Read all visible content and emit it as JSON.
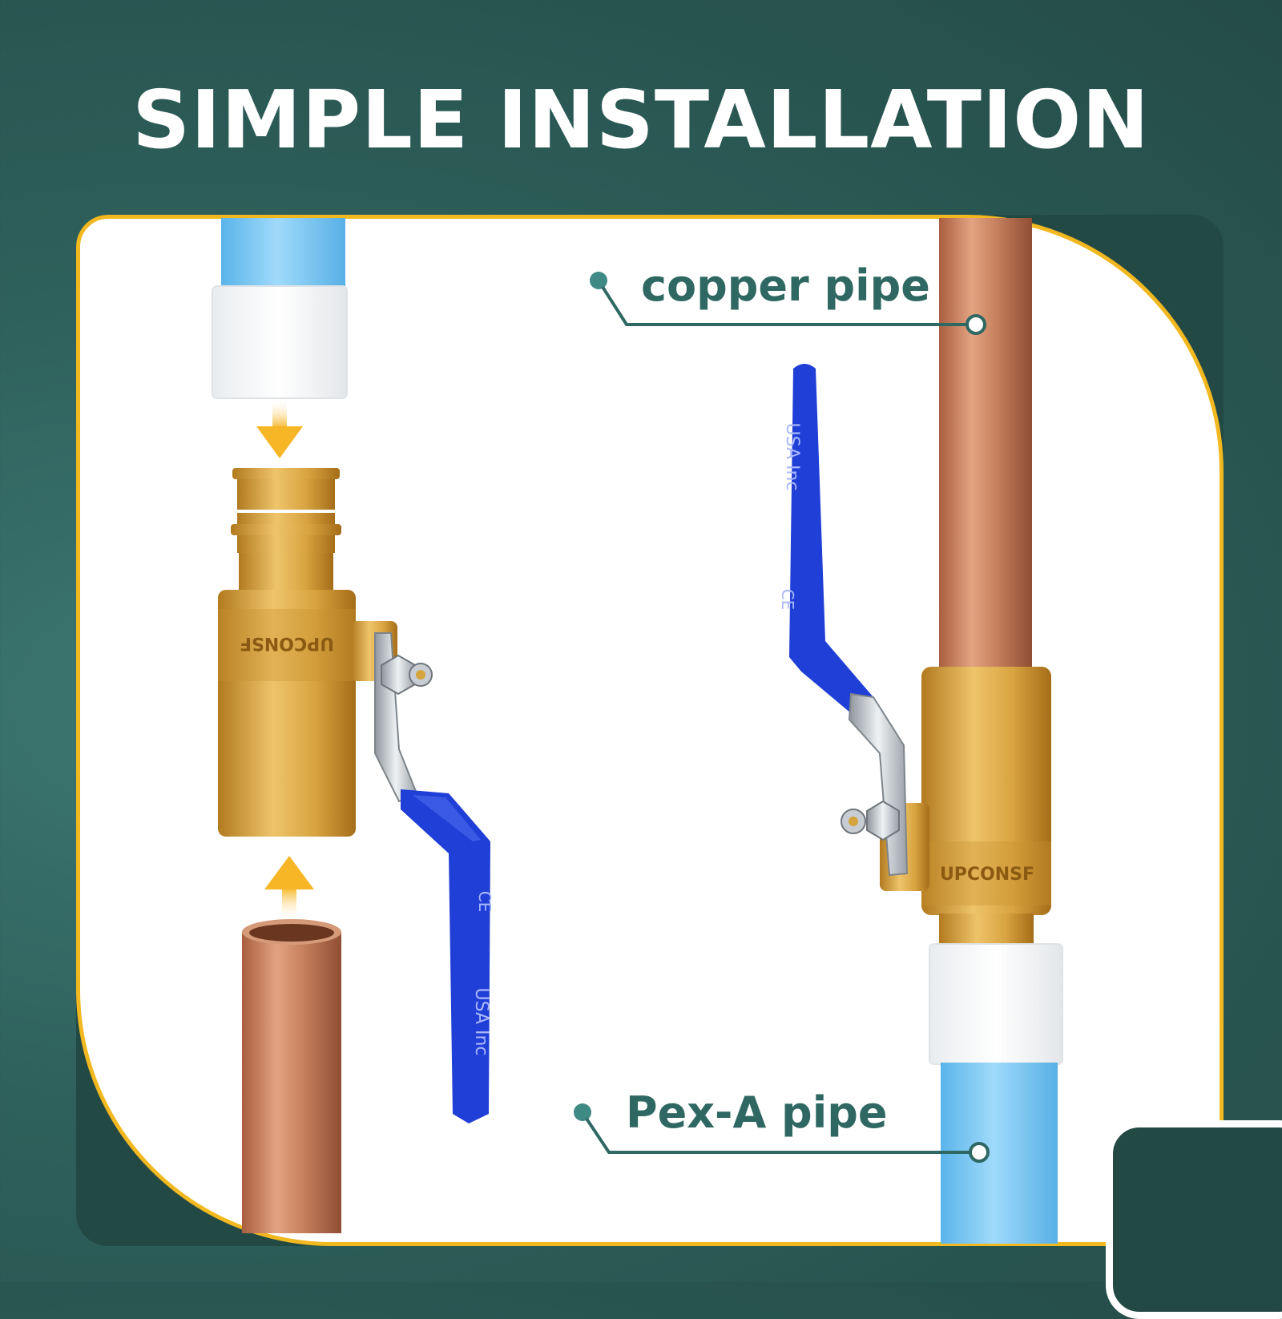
{
  "title": "SIMPLE INSTALLATION",
  "labels": {
    "copper_pipe": "copper pipe",
    "pexa_pipe": "Pex-A pipe"
  },
  "handle_engraving": {
    "brand": "USA Inc",
    "mark": "CE"
  },
  "colors": {
    "background": "#2f625d",
    "panel_border": "#f2b820",
    "label_text": "#2f6862",
    "pex_pipe": "#7cc9f4",
    "copper": "#c8825f",
    "brass": "#d9a441",
    "handle": "#1f3fd6",
    "arrow": "#f6b626"
  },
  "icons": [
    "down-arrow-icon",
    "up-arrow-icon",
    "callout-dot-icon"
  ]
}
